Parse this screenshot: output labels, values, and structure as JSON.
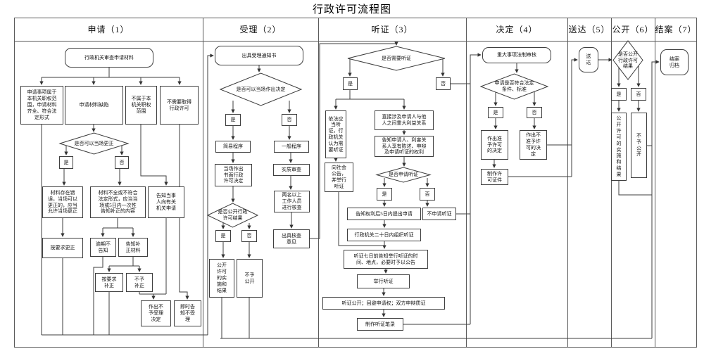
{
  "title": "行政许可流程图",
  "columns": [
    "申请（1）",
    "受理（2）",
    "听证（3）",
    "决定（4）",
    "送达（5）",
    "公开（6）",
    "结案（7）"
  ],
  "yes": "是",
  "no": "否",
  "nodes": {
    "n1": "行政机关审查申请材料",
    "n2": "申请事项属于\n本机关职权范\n围，申请材料\n齐全、符合法\n定形式",
    "n3": "申请材料缺陷",
    "n4": "不属于本\n机关职权\n范围",
    "n5": "不需要取得\n行政许可",
    "d6": "是否可以当场更正",
    "n9": "材料存在错\n误，当场可以\n更正的，应当\n允许当场更正",
    "n10": "材料不全或不符合\n法定形式，应当当\n场或5日内一次性\n告知补正的内容",
    "n11": "告知当事\n人向有关\n机关申请",
    "n12": "按要求更正",
    "n13": "逾期不\n告知",
    "n14": "告知补\n正材料",
    "n15": "按要求\n补正",
    "n16": "不予\n补正",
    "n17": "作出不\n予受理\n决定",
    "n18": "即时告\n知不受\n理",
    "n19": "出具受理通知书",
    "d20": "是否可以当场作出决定",
    "n23": "简易程序",
    "n24": "一般程序",
    "n25": "当场作出\n书面行政\n许可决定",
    "n26": "实质审查",
    "n27": "两名以上\n工作人员\n进行核查",
    "d28": "是否公开行政\n许可结果",
    "n31": "出具核查\n意见",
    "n32": "公开\n许可\n的实\n施和\n结果",
    "n33": "不予\n公开",
    "d34": "是否需要听证",
    "n37": "依法应\n当听\n证，行\n政机关\n认为需\n要听证",
    "n38": "直接涉及申请人与他\n人之间重大利益关系",
    "n39": "告知申请人、利害关\n系人享有陈述、申辩\n及申请听证的权利",
    "n40": "向社会\n公告，\n并举行\n听证",
    "d41": "是否申请听证",
    "n44": "告知权利后5日内提出申请",
    "n45": "不申请听证",
    "n46": "行政机关二十日内组织听证",
    "n47": "听证七日前告知举行听证的时\n间、地点，必要时予以公告",
    "n48": "举行听证",
    "n49": "听证公开；回避申请权；双方申辩质证",
    "n50": "制作听证笔录",
    "n51": "重大事项法制审核",
    "d52": "申请是否符合法定\n条件、标准",
    "n55": "作出准\n予许可\n的决定",
    "n56": "作出不\n准予许\n可的决\n定",
    "n57": "制作许\n可证件",
    "n58": "送\n达",
    "d59": "是否公开\n行政许可\n结果",
    "n62": "公\n开\n许\n可\n的\n实\n施\n和\n结\n果",
    "n63": "不\n予\n公\n开",
    "n64": "结案\n归档"
  }
}
